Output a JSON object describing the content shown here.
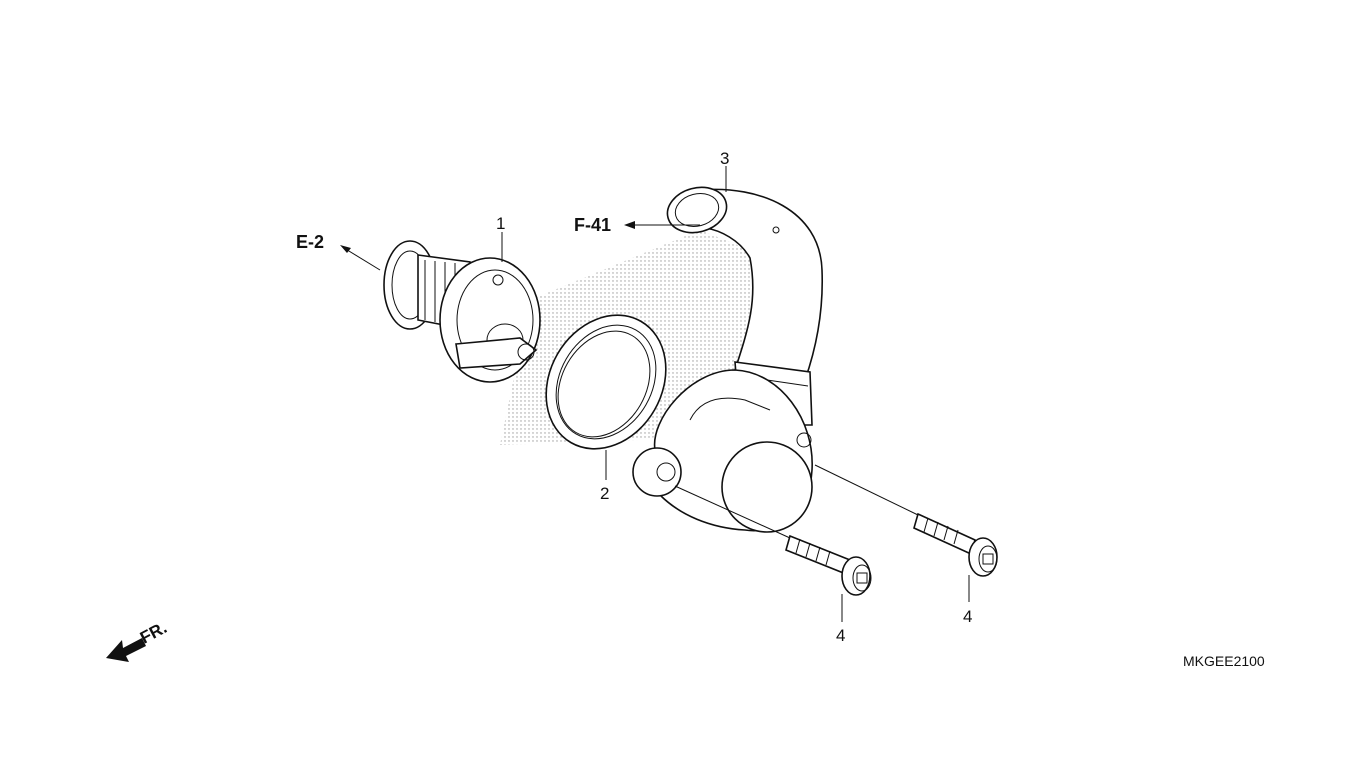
{
  "callouts": {
    "thermostat": "1",
    "o_ring": "2",
    "thermostat_cover": "3",
    "bolt_left": "4",
    "bolt_right": "4"
  },
  "references": {
    "e2": "E-2",
    "f41": "F-41"
  },
  "front_indicator": "FR.",
  "diagram_code": "MKGEE2100",
  "colors": {
    "line": "#111111",
    "background": "#ffffff",
    "stipple": "#9a9a9a"
  }
}
